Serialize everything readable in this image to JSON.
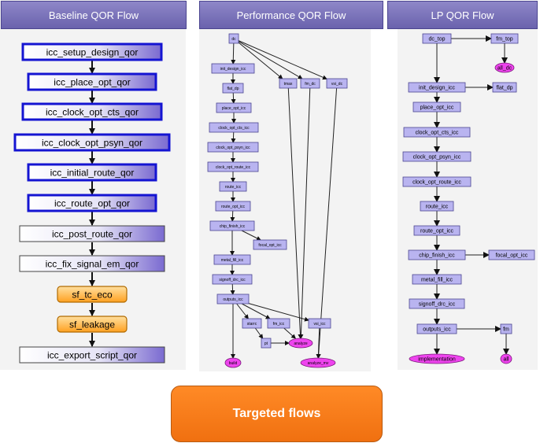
{
  "baseline": {
    "title": "Baseline QOR Flow",
    "steps": [
      {
        "label": "icc_setup_design_qor",
        "style": "targeted"
      },
      {
        "label": "icc_place_opt_qor",
        "style": "targeted"
      },
      {
        "label": "icc_clock_opt_cts_qor",
        "style": "targeted"
      },
      {
        "label": "icc_clock_opt_psyn_qor",
        "style": "targeted"
      },
      {
        "label": "icc_initial_route_qor",
        "style": "targeted"
      },
      {
        "label": "icc_route_opt_qor",
        "style": "targeted"
      },
      {
        "label": "icc_post_route_qor",
        "style": "plain"
      },
      {
        "label": "icc_fix_signal_em_qor",
        "style": "plain"
      },
      {
        "label": "sf_tc_eco",
        "style": "eco"
      },
      {
        "label": "sf_leakage",
        "style": "eco"
      },
      {
        "label": "icc_export_script_qor",
        "style": "plain"
      }
    ]
  },
  "performance": {
    "title": "Performance QOR Flow",
    "nodes": [
      {
        "id": "dc",
        "label": "dc",
        "shape": "box"
      },
      {
        "id": "init_design_icc",
        "label": "init_design_icc",
        "shape": "box"
      },
      {
        "id": "flat_dp",
        "label": "flat_dp",
        "shape": "box"
      },
      {
        "id": "place_opt_icc",
        "label": "place_opt_icc",
        "shape": "box"
      },
      {
        "id": "clock_opt_cts_icc",
        "label": "clock_opt_cts_icc",
        "shape": "box"
      },
      {
        "id": "clock_opt_psyn_icc",
        "label": "clock_opt_psyn_icc",
        "shape": "box"
      },
      {
        "id": "clock_opt_route_icc",
        "label": "clock_opt_route_icc",
        "shape": "box"
      },
      {
        "id": "route_icc",
        "label": "route_icc",
        "shape": "box"
      },
      {
        "id": "route_opt_icc",
        "label": "route_opt_icc",
        "shape": "box"
      },
      {
        "id": "chip_finish_icc",
        "label": "chip_finish_icc",
        "shape": "box"
      },
      {
        "id": "focal_opt_icc",
        "label": "focal_opt_icc",
        "shape": "box"
      },
      {
        "id": "metal_fill_icc",
        "label": "metal_fill_icc",
        "shape": "box"
      },
      {
        "id": "signoff_drc_icc",
        "label": "signoff_drc_icc",
        "shape": "box"
      },
      {
        "id": "outputs_icc",
        "label": "outputs_icc",
        "shape": "box"
      },
      {
        "id": "starrc",
        "label": "starrc",
        "shape": "box"
      },
      {
        "id": "fm_icc",
        "label": "fm_icc",
        "shape": "box"
      },
      {
        "id": "vsi_icc",
        "label": "vsi_icc",
        "shape": "box"
      },
      {
        "id": "pt",
        "label": "pt",
        "shape": "box"
      },
      {
        "id": "tmax",
        "label": "tmax",
        "shape": "box"
      },
      {
        "id": "fm_dc",
        "label": "fm_dc",
        "shape": "box"
      },
      {
        "id": "vsi_dc",
        "label": "vsi_dc",
        "shape": "box"
      },
      {
        "id": "analyze",
        "label": "analyze",
        "shape": "ellipse"
      },
      {
        "id": "build",
        "label": "build",
        "shape": "ellipse"
      },
      {
        "id": "analyze_mv",
        "label": "analyze_mv",
        "shape": "ellipse"
      }
    ],
    "edges": [
      [
        "dc",
        "init_design_icc"
      ],
      [
        "init_design_icc",
        "flat_dp"
      ],
      [
        "flat_dp",
        "place_opt_icc"
      ],
      [
        "place_opt_icc",
        "clock_opt_cts_icc"
      ],
      [
        "clock_opt_cts_icc",
        "clock_opt_psyn_icc"
      ],
      [
        "clock_opt_psyn_icc",
        "clock_opt_route_icc"
      ],
      [
        "clock_opt_route_icc",
        "route_icc"
      ],
      [
        "route_icc",
        "route_opt_icc"
      ],
      [
        "route_opt_icc",
        "chip_finish_icc"
      ],
      [
        "chip_finish_icc",
        "focal_opt_icc"
      ],
      [
        "chip_finish_icc",
        "metal_fill_icc"
      ],
      [
        "metal_fill_icc",
        "signoff_drc_icc"
      ],
      [
        "signoff_drc_icc",
        "outputs_icc"
      ],
      [
        "outputs_icc",
        "starrc"
      ],
      [
        "outputs_icc",
        "fm_icc"
      ],
      [
        "outputs_icc",
        "vsi_icc"
      ],
      [
        "outputs_icc",
        "build"
      ],
      [
        "starrc",
        "pt"
      ],
      [
        "pt",
        "analyze"
      ],
      [
        "fm_icc",
        "analyze"
      ],
      [
        "vsi_icc",
        "analyze_mv"
      ],
      [
        "dc",
        "tmax"
      ],
      [
        "dc",
        "fm_dc"
      ],
      [
        "dc",
        "vsi_dc"
      ],
      [
        "tmax",
        "analyze"
      ],
      [
        "fm_dc",
        "analyze"
      ],
      [
        "vsi_dc",
        "analyze_mv"
      ]
    ]
  },
  "lp": {
    "title": "LP QOR Flow",
    "nodes": [
      {
        "id": "dc_top",
        "label": "dc_top",
        "shape": "box"
      },
      {
        "id": "fm_top",
        "label": "fm_top",
        "shape": "box"
      },
      {
        "id": "all_dc",
        "label": "all_dc",
        "shape": "ellipse"
      },
      {
        "id": "init_design_icc",
        "label": "init_design_icc",
        "shape": "box"
      },
      {
        "id": "flat_dp",
        "label": "flat_dp",
        "shape": "box"
      },
      {
        "id": "place_opt_icc",
        "label": "place_opt_icc",
        "shape": "box"
      },
      {
        "id": "clock_opt_cts_icc",
        "label": "clock_opt_cts_icc",
        "shape": "box"
      },
      {
        "id": "clock_opt_psyn_icc",
        "label": "clock_opt_psyn_icc",
        "shape": "box"
      },
      {
        "id": "clock_opt_route_icc",
        "label": "clock_opt_route_icc",
        "shape": "box"
      },
      {
        "id": "route_icc",
        "label": "route_icc",
        "shape": "box"
      },
      {
        "id": "route_opt_icc",
        "label": "route_opt_icc",
        "shape": "box"
      },
      {
        "id": "chip_finish_icc",
        "label": "chip_finish_icc",
        "shape": "box"
      },
      {
        "id": "focal_opt_icc",
        "label": "focal_opt_icc",
        "shape": "box"
      },
      {
        "id": "metal_fill_icc",
        "label": "metal_fill_icc",
        "shape": "box"
      },
      {
        "id": "signoff_drc_icc",
        "label": "signoff_drc_icc",
        "shape": "box"
      },
      {
        "id": "outputs_icc",
        "label": "outputs_icc",
        "shape": "box"
      },
      {
        "id": "fm",
        "label": "fm",
        "shape": "box"
      },
      {
        "id": "implementation",
        "label": "implementation",
        "shape": "ellipse"
      },
      {
        "id": "all",
        "label": "all",
        "shape": "ellipse"
      }
    ],
    "edges": [
      [
        "dc_top",
        "fm_top"
      ],
      [
        "fm_top",
        "all_dc"
      ],
      [
        "dc_top",
        "init_design_icc"
      ],
      [
        "init_design_icc",
        "flat_dp"
      ],
      [
        "init_design_icc",
        "place_opt_icc"
      ],
      [
        "place_opt_icc",
        "clock_opt_cts_icc"
      ],
      [
        "clock_opt_cts_icc",
        "clock_opt_psyn_icc"
      ],
      [
        "clock_opt_psyn_icc",
        "clock_opt_route_icc"
      ],
      [
        "clock_opt_route_icc",
        "route_icc"
      ],
      [
        "route_icc",
        "route_opt_icc"
      ],
      [
        "route_opt_icc",
        "chip_finish_icc"
      ],
      [
        "chip_finish_icc",
        "focal_opt_icc"
      ],
      [
        "chip_finish_icc",
        "metal_fill_icc"
      ],
      [
        "metal_fill_icc",
        "signoff_drc_icc"
      ],
      [
        "signoff_drc_icc",
        "outputs_icc"
      ],
      [
        "outputs_icc",
        "fm"
      ],
      [
        "outputs_icc",
        "implementation"
      ],
      [
        "fm",
        "all"
      ]
    ]
  },
  "footer": {
    "label": "Targeted flows"
  },
  "colors": {
    "panel_bg": "#f2f2f2",
    "title_bg": "#7a72bb",
    "node_fill": "#b9b4f0",
    "node_stroke": "#4b4590",
    "ellipse_fill": "#ee44ee",
    "targeted_border": "#1010d0",
    "eco_fill": "#ffb040",
    "footer_fill": "#f77c1b"
  }
}
